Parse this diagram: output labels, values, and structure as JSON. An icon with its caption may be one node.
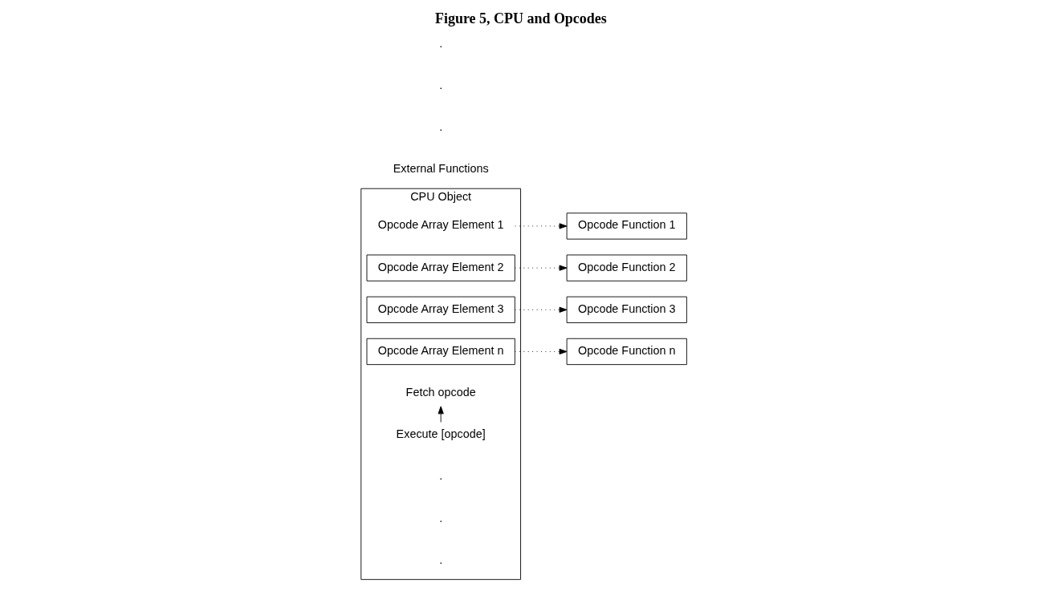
{
  "diagram": {
    "title": "Figure 5, CPU and Opcodes",
    "nodes": [
      {
        "text": [
          "CPU Object"
        ]
      },
      {
        "text": [
          "Opcode Array Element 1"
        ],
        "in": 0
      },
      {
        "text": [
          "Opcode Array Element 2"
        ],
        "in": 0
      },
      {
        "text": [
          "Opcode Array Element 3"
        ],
        "in": 0
      },
      {
        "text": [
          "Opcode Array Element n"
        ],
        "in": 0
      },
      {
        "text": [
          "Fetch opcode"
        ],
        "in": 0
      },
      {
        "text": [
          "Execute [opcode]"
        ],
        "in": 0
      },
      {
        "text": [
          "Opcode Function 1"
        ]
      },
      {
        "text": [
          "Opcode Function 2"
        ]
      },
      {
        "text": [
          "Opcode Function 3"
        ]
      },
      {
        "text": [
          "Opcode Function n"
        ]
      }
    ],
    "edges": [
      {
        "from": 1,
        "to": 7,
        "arrow": "to",
        "style": "dashed"
      },
      {
        "from": 2,
        "to": 8,
        "arrow": "to",
        "style": "dashed"
      },
      {
        "from": 3,
        "to": 9,
        "arrow": "to",
        "style": "dashed"
      },
      {
        "from": 4,
        "to": 10,
        "arrow": "to",
        "style": "dashed"
      },
      {
        "from": 6,
        "to": 5,
        "arrow": "to"
      }
    ],
    "labels": [
      "External Functions",
      ".",
      ".",
      ".",
      ".",
      ".",
      "."
    ]
  }
}
